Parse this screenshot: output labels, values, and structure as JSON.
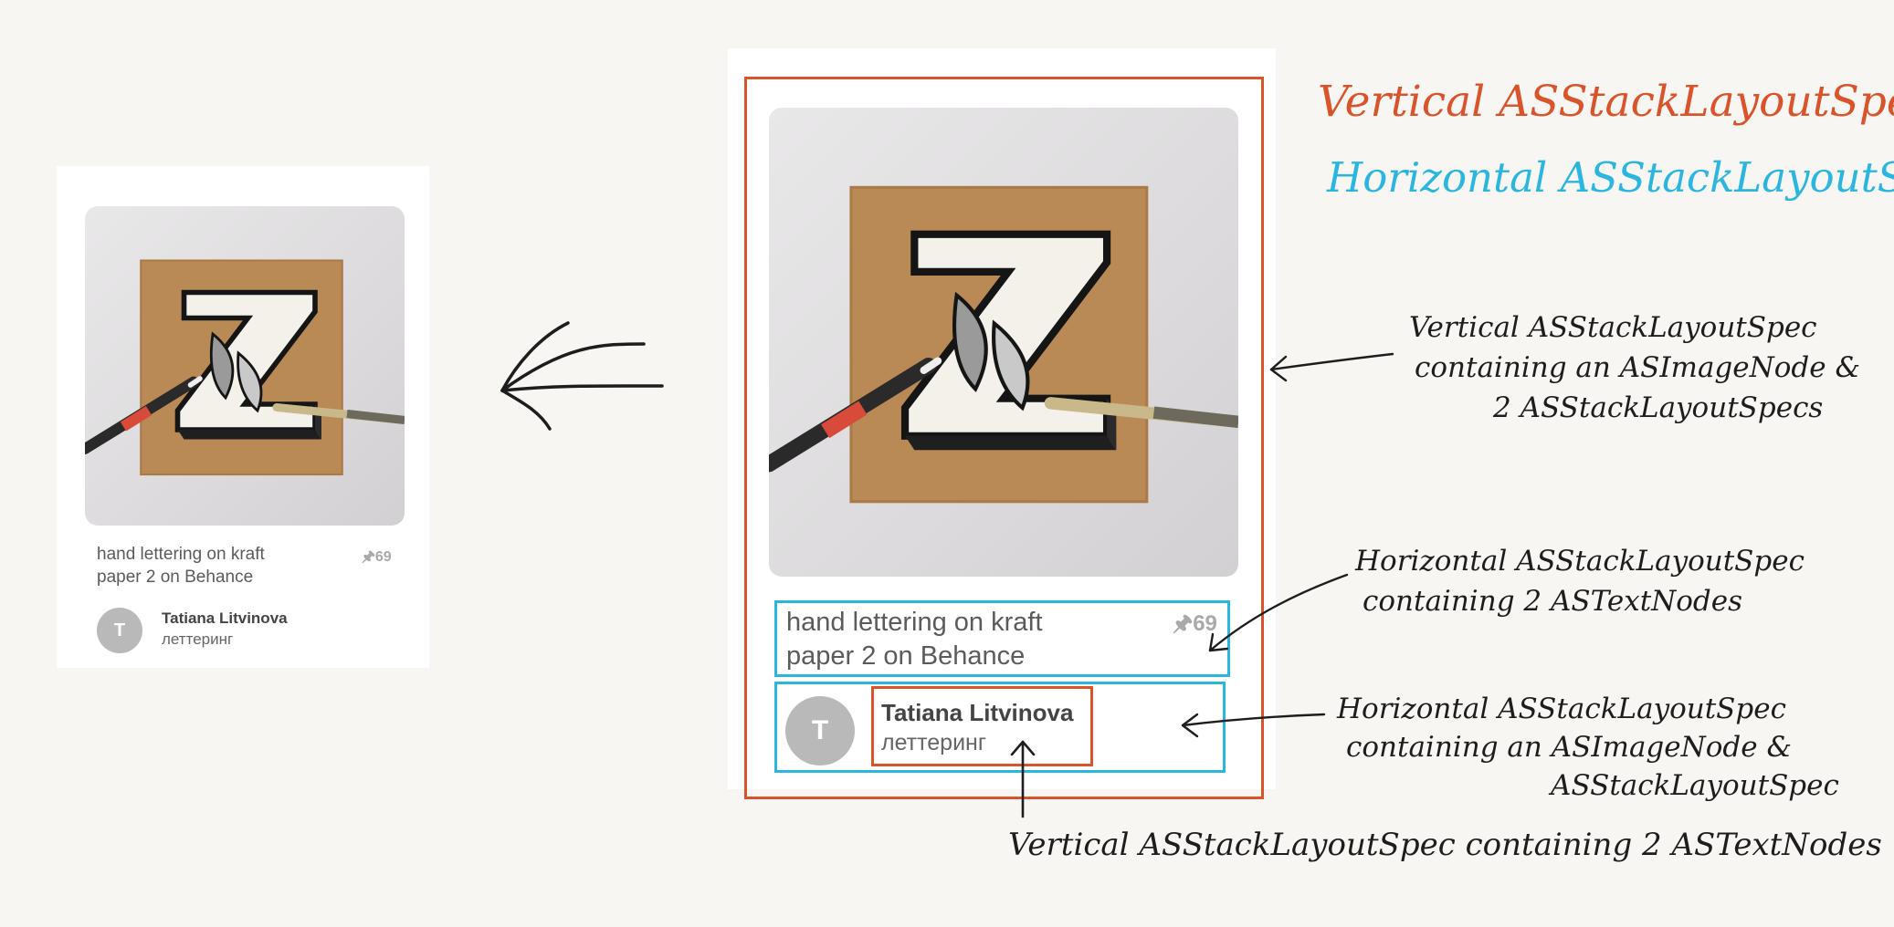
{
  "pin": {
    "title_line1": "hand lettering on kraft",
    "title_line2": "paper 2 on Behance",
    "pin_icon": "pin-icon",
    "count": "69",
    "avatar_letter": "T",
    "author": "Tatiana Litvinova",
    "board": "леттеринг"
  },
  "legend": {
    "vertical": "Vertical ASStackLayoutSpec",
    "horizontal": "Horizontal ASStackLayoutSpec",
    "vertical_color": "#d9532b",
    "horizontal_color": "#2bb6df"
  },
  "annotations": {
    "a1_line1": "Vertical ASStackLayoutSpec",
    "a1_line2": "containing an ASImageNode &",
    "a1_line3": "2 ASStackLayoutSpecs",
    "a2_line1": "Horizontal ASStackLayoutSpec",
    "a2_line2": "containing 2 ASTextNodes",
    "a3_line1": "Horizontal ASStackLayoutSpec",
    "a3_line2": "containing an ASImageNode &",
    "a3_line3": "ASStackLayoutSpec",
    "a4": "Vertical ASStackLayoutSpec containing 2 ASTextNodes"
  }
}
